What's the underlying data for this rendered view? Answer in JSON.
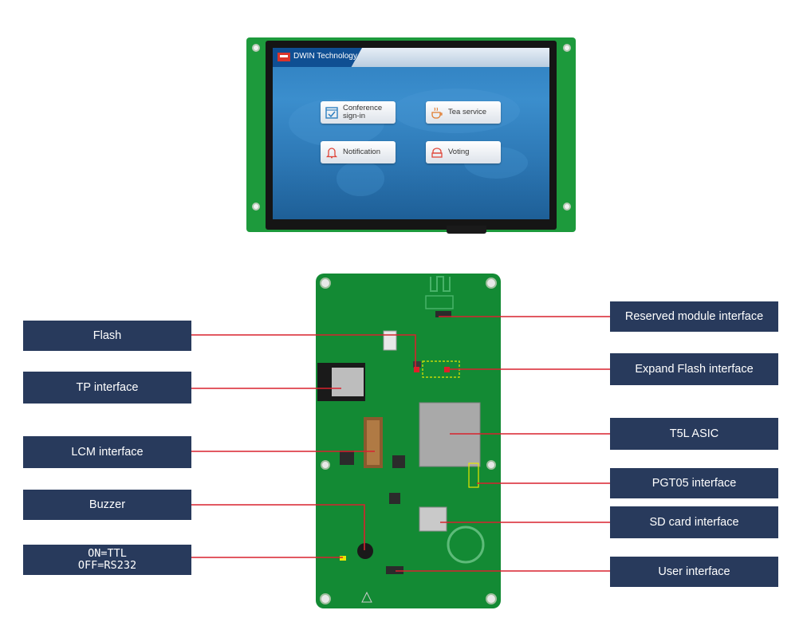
{
  "screen": {
    "app_title": "DWIN Technology",
    "buttons": [
      {
        "label_line1": "Conference",
        "label_line2": "sign-in",
        "icon": "checkbox-calendar-icon"
      },
      {
        "label_line1": "Tea service",
        "label_line2": "",
        "icon": "tea-cup-icon"
      },
      {
        "label_line1": "Notification",
        "label_line2": "",
        "icon": "bell-icon"
      },
      {
        "label_line1": "Voting",
        "label_line2": "",
        "icon": "ballot-icon"
      }
    ]
  },
  "callouts_left": {
    "flash": "Flash",
    "tp_interface": "TP interface",
    "lcm_interface": "LCM interface",
    "buzzer": "Buzzer",
    "ttl_line1": "ON=TTL",
    "ttl_line2": "OFF=RS232"
  },
  "callouts_right": {
    "reserved_module": "Reserved module interface",
    "expand_flash": "Expand Flash interface",
    "t5l_asic": "T5L ASIC",
    "pgt05": "PGT05 interface",
    "sd_card": "SD card interface",
    "user_interface": "User interface"
  },
  "colors": {
    "callout_bg": "#283a5c",
    "leader_line": "#d8222e",
    "pcb_green": "#138a34"
  }
}
